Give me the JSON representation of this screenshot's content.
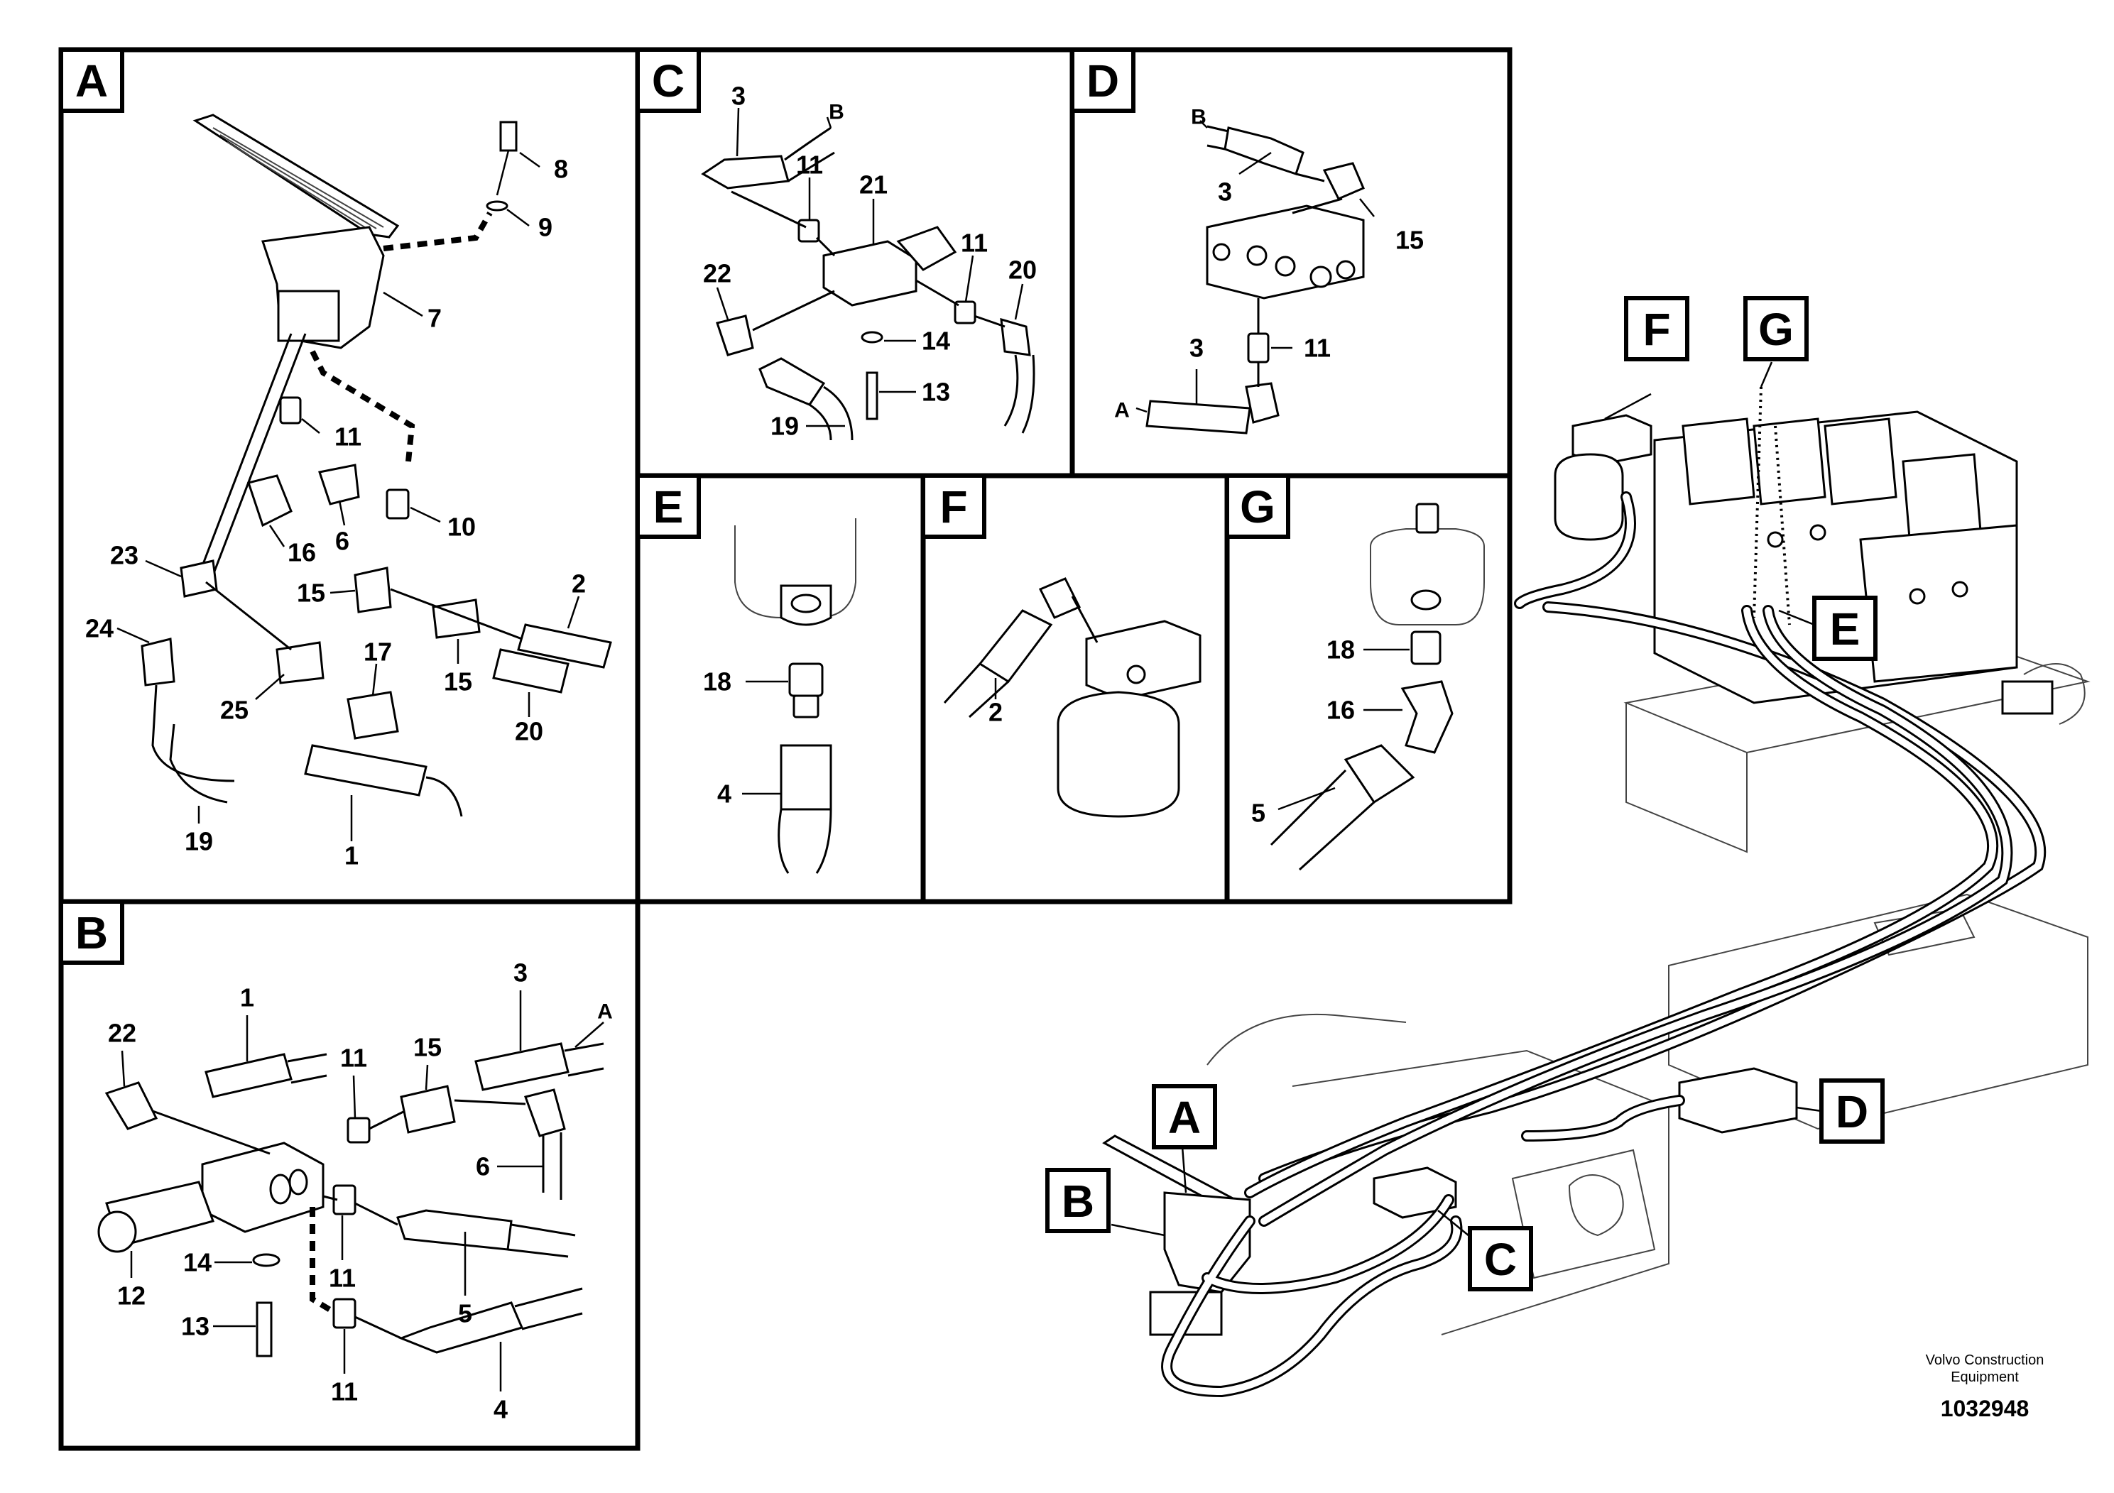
{
  "panels": {
    "A": {
      "tag": "A",
      "callouts": [
        "8",
        "9",
        "7",
        "11",
        "6",
        "16",
        "10",
        "23",
        "15",
        "2",
        "24",
        "17",
        "25",
        "15",
        "20",
        "19",
        "1"
      ]
    },
    "B": {
      "tag": "B",
      "callouts": [
        "1",
        "22",
        "11",
        "15",
        "3",
        "6",
        "12",
        "14",
        "11",
        "5",
        "13",
        "11",
        "4"
      ],
      "arrow_label": "A"
    },
    "C": {
      "tag": "C",
      "callouts": [
        "3",
        "11",
        "21",
        "11",
        "22",
        "20",
        "14",
        "13",
        "19"
      ],
      "arrow_label": "B"
    },
    "D": {
      "tag": "D",
      "callouts": [
        "3",
        "15",
        "11",
        "3"
      ],
      "arrow_label_top": "B",
      "arrow_label_bottom": "A"
    },
    "E": {
      "tag": "E",
      "callouts": [
        "18",
        "4"
      ]
    },
    "F": {
      "tag": "F",
      "callouts": [
        "2"
      ]
    },
    "G": {
      "tag": "G",
      "callouts": [
        "18",
        "16",
        "5"
      ]
    }
  },
  "overview_tags": [
    "A",
    "B",
    "C",
    "D",
    "E",
    "F",
    "G"
  ],
  "footer": {
    "brand_line1": "Volvo Construction",
    "brand_line2": "Equipment",
    "doc_number": "1032948"
  }
}
